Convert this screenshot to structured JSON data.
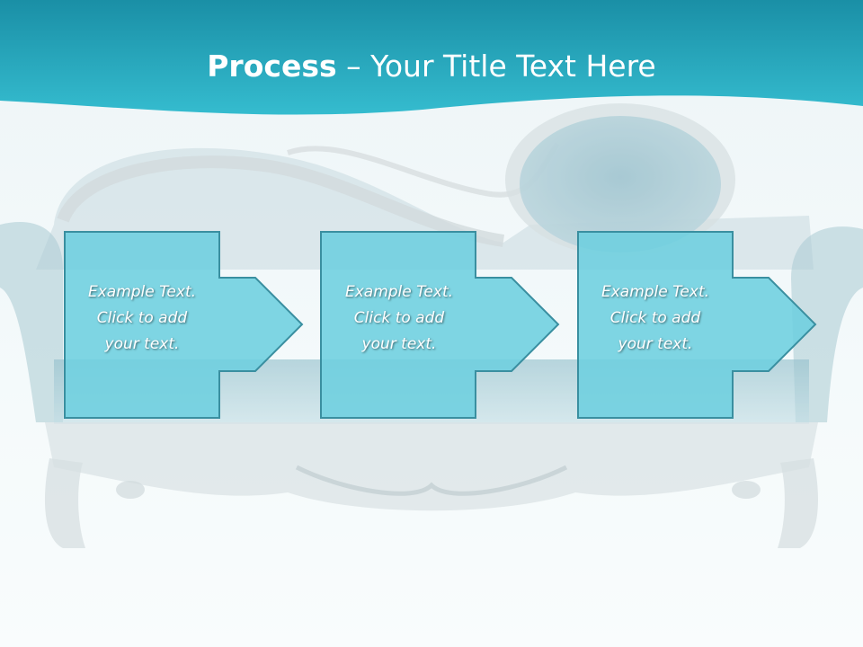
{
  "slide": {
    "title_bold": "Process",
    "title_dash": " – ",
    "title_rest": "Your Title Text Here"
  },
  "colors": {
    "title_band": "#2bb3c8",
    "step_fill": "#6dcfdf",
    "step_stroke": "#3a8fa0",
    "background": "#f3f9fa"
  },
  "steps": [
    {
      "line1": "Example Text.",
      "line2": "Click  to add",
      "line3": "your text."
    },
    {
      "line1": "Example Text.",
      "line2": "Click  to add",
      "line3": "your text."
    },
    {
      "line1": "Example Text.",
      "line2": "Click  to add",
      "line3": "your text."
    }
  ],
  "icons": {
    "arrow": "right-arrow-icon",
    "background_image": "sofa-icon"
  }
}
